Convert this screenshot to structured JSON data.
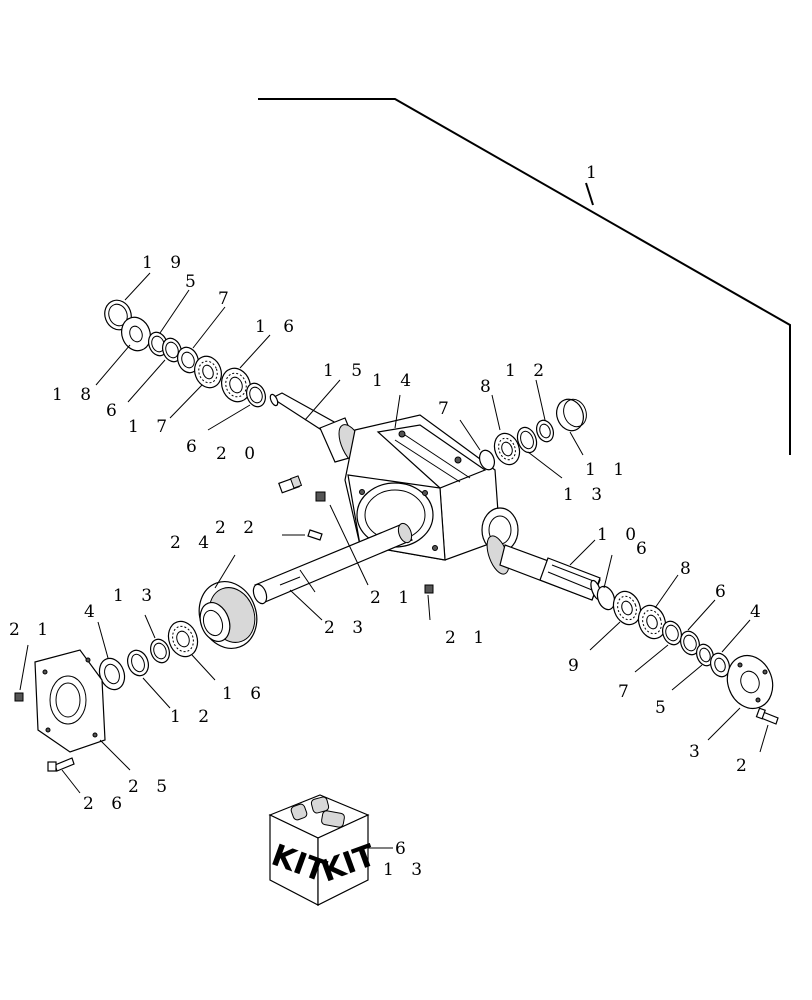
{
  "callouts": {
    "c1": "1",
    "c19": "1 9",
    "c5a": "5",
    "c7a": "7",
    "c16a": "1 6",
    "c18": "1 8",
    "c6a": "6",
    "c17": "1 7",
    "c6b": "6",
    "c15": "1 5",
    "c14": "1 4",
    "c8a": "8",
    "c12a": "1 2",
    "c7b": "7",
    "c20": "2 0",
    "c11": "1 1",
    "c13a": "1 3",
    "c22": "2 2",
    "c24": "2 4",
    "c10": "1 0",
    "c6c": "6",
    "c8b": "8",
    "c21a": "2 1",
    "c23": "2 3",
    "c21b": "2 1",
    "c13b": "1 3",
    "c21c": "2 1",
    "c4a": "4",
    "c16b": "1 6",
    "c12b": "1 2",
    "c9": "9",
    "c7c": "7",
    "c6d": "6",
    "c4b": "4",
    "c5b": "5",
    "c25": "2 5",
    "c26": "2 6",
    "c3": "3",
    "c2": "2",
    "kit6": "6",
    "kit13": "1 3"
  },
  "kit_box": {
    "label_left": "KIT",
    "label_right": "KIT"
  }
}
